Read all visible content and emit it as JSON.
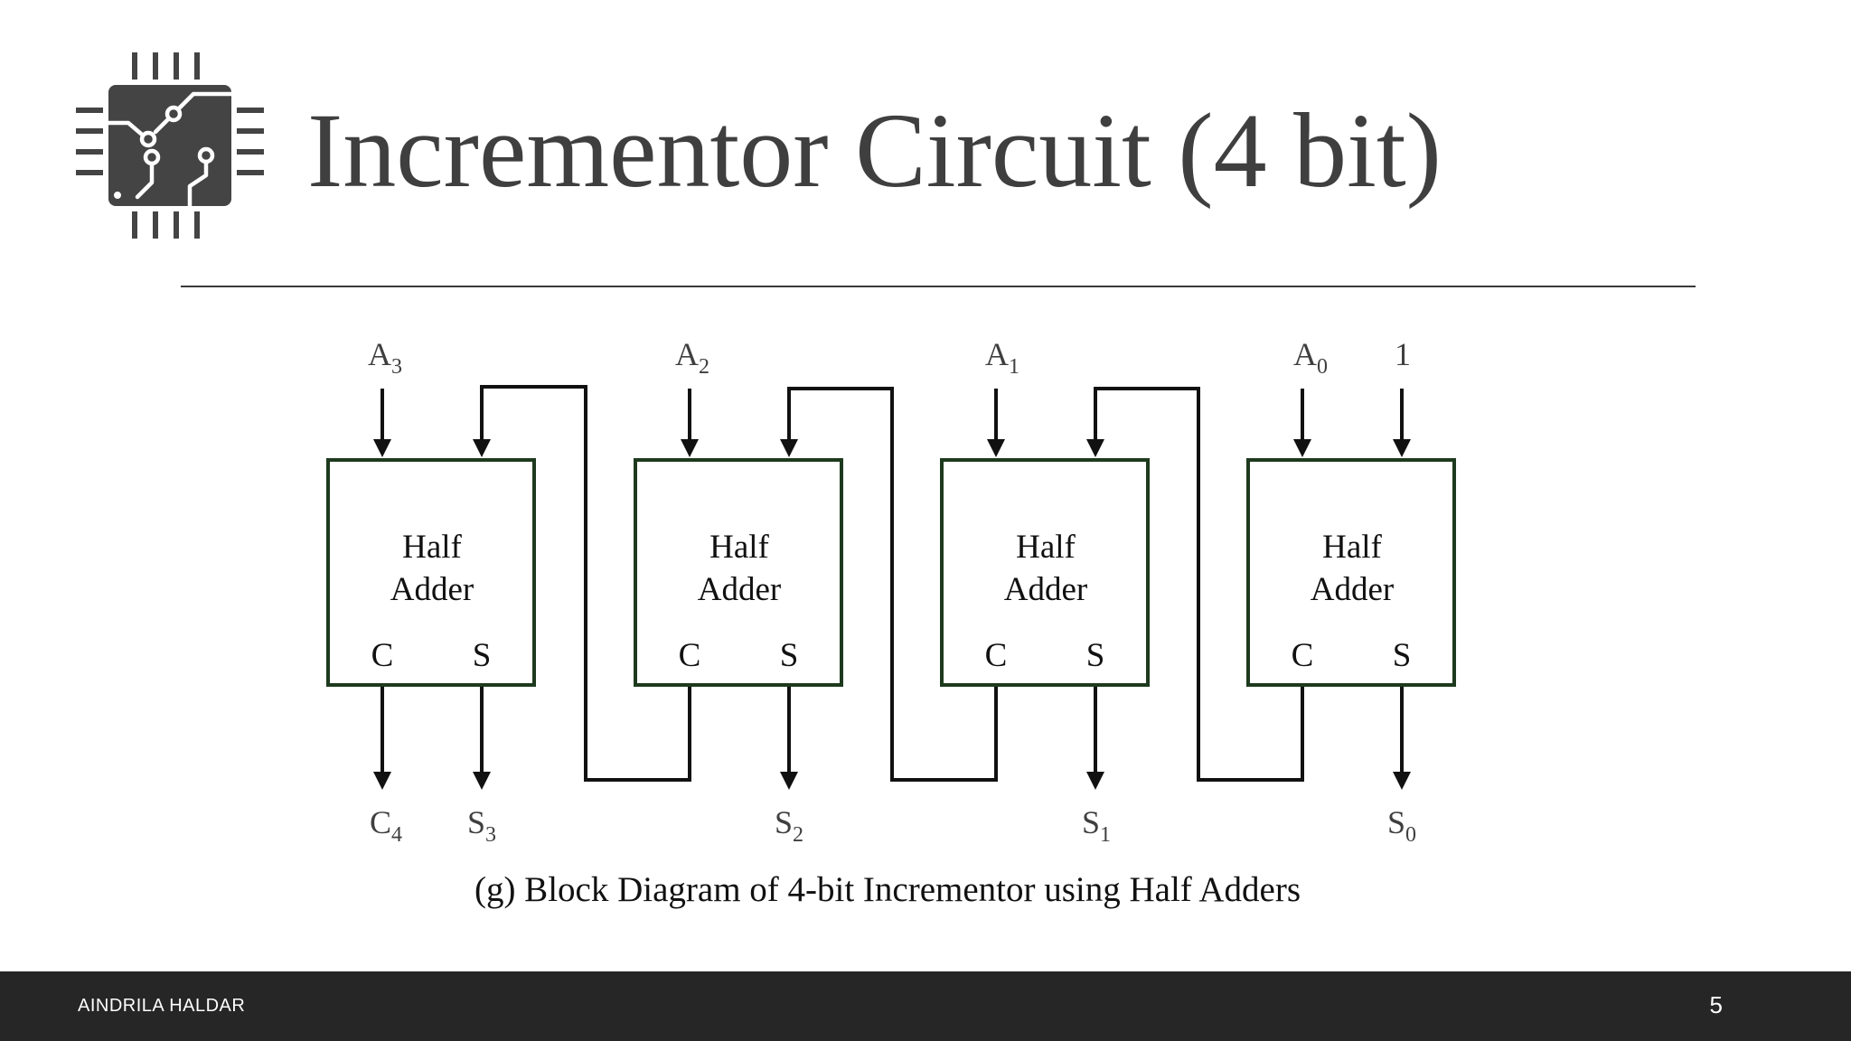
{
  "slide": {
    "title": "Incrementor Circuit (4 bit)",
    "icon": "circuit-chip-icon",
    "caption": "(g) Block Diagram of 4-bit Incrementor using Half Adders",
    "footer_author": "AINDRILA HALDAR",
    "page_number": "5"
  },
  "diagram": {
    "blocks": [
      {
        "line1": "Half",
        "line2": "Adder",
        "carry_port": "C",
        "sum_port": "S"
      },
      {
        "line1": "Half",
        "line2": "Adder",
        "carry_port": "C",
        "sum_port": "S"
      },
      {
        "line1": "Half",
        "line2": "Adder",
        "carry_port": "C",
        "sum_port": "S"
      },
      {
        "line1": "Half",
        "line2": "Adder",
        "carry_port": "C",
        "sum_port": "S"
      }
    ],
    "inputs": [
      {
        "base": "A",
        "sub": "3"
      },
      {
        "base": "A",
        "sub": "2"
      },
      {
        "base": "A",
        "sub": "1"
      },
      {
        "base": "A",
        "sub": "0"
      },
      {
        "base": "1",
        "sub": ""
      }
    ],
    "outputs": [
      {
        "base": "C",
        "sub": "4"
      },
      {
        "base": "S",
        "sub": "3"
      },
      {
        "base": "S",
        "sub": "2"
      },
      {
        "base": "S",
        "sub": "1"
      },
      {
        "base": "S",
        "sub": "0"
      }
    ],
    "colors": {
      "block_border": "#1e3a1e",
      "wire": "#111111",
      "label": "#3f3f3f"
    }
  }
}
